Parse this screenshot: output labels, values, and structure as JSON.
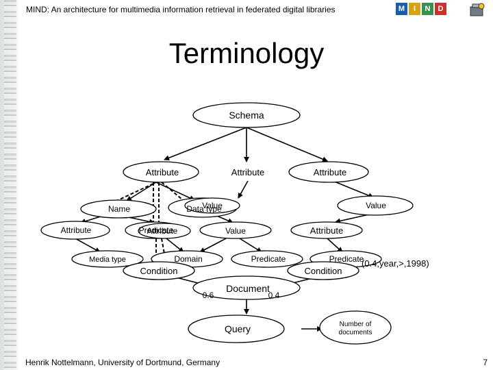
{
  "header": {
    "text": "MIND: An architecture for multimedia information retrieval in federated digital libraries",
    "logo_letters": [
      "M",
      "I",
      "N",
      "D"
    ],
    "logo_colors": [
      "#1a5fa8",
      "#d5a21b",
      "#3c8f4f",
      "#c2362e"
    ]
  },
  "slide": {
    "title": "Terminology",
    "footer": "Henrik Nottelmann, University of Dortmund, Germany",
    "page_number": "7"
  },
  "diagram": {
    "schema": "Schema",
    "attribute_left": "Attribute",
    "attribute_mid": "Attribute",
    "attribute_right": "Attribute",
    "name": "Name",
    "value_top": "Value",
    "data_type": "Data type",
    "value_right": "Value",
    "attribute_far_left": "Attribute",
    "predicate_overlap": "Predicate",
    "attribute_overlap": "Attribute",
    "value_center": "Value",
    "attribute_lower_right": "Attribute",
    "media_type": "Media type",
    "domain": "Domain",
    "predicate_mid": "Predicate",
    "predicate_right": "Predicate",
    "condition_left": "Condition",
    "condition_right": "Condition",
    "condition_example": "(0.4,year,>,1998)",
    "document": "Document",
    "weight_left": "0.6",
    "weight_right": "0.4",
    "query": "Query",
    "number_of_documents_line1": "Number of",
    "number_of_documents_line2": "documents"
  }
}
